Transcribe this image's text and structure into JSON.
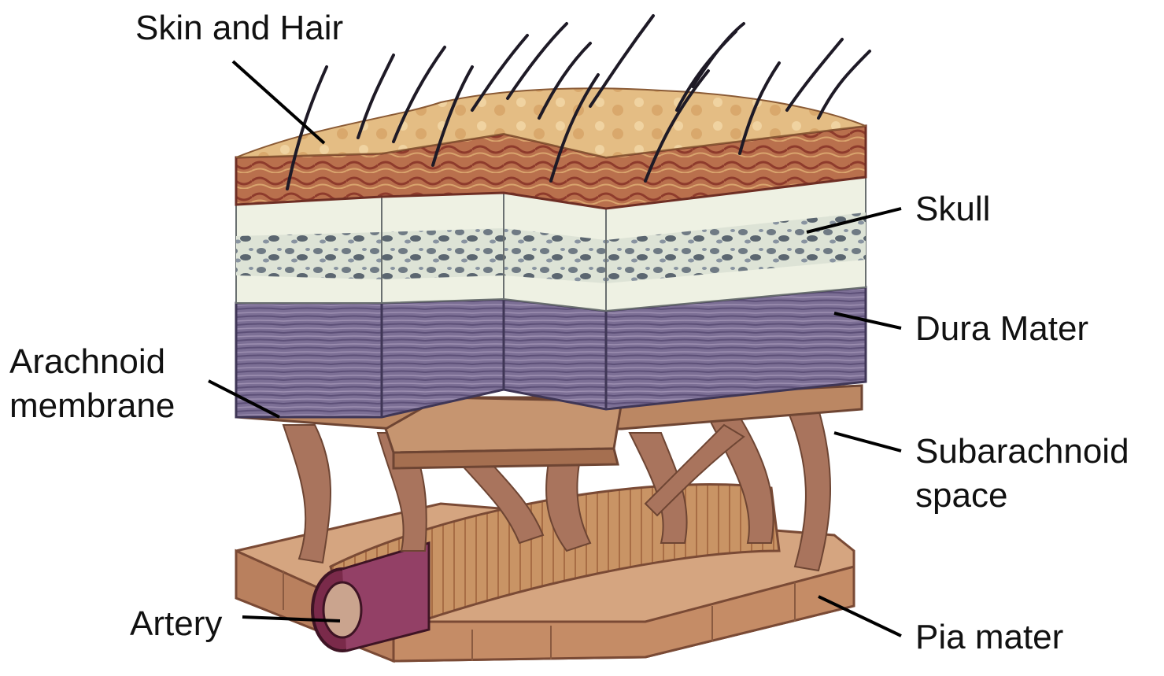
{
  "labels": {
    "skin": "Skin and Hair",
    "skull": "Skull",
    "dura": "Dura Mater",
    "arachnoid": [
      "Arachnoid",
      "membrane"
    ],
    "subarachnoid": [
      "Subarachnoid",
      "space"
    ],
    "artery": "Artery",
    "pia": "Pia mater"
  },
  "colors": {
    "skin_top": "#e8c489",
    "dermis": "#b3684a",
    "dermis_dark": "#8e3b2c",
    "bone_pale": "#eef1e2",
    "bone_spongy": "#c9d2c6",
    "bone_dots": "#55606a",
    "dura": "#7f7196",
    "dura_dark": "#5d5078",
    "arachnoid": "#b98563",
    "trabeculae": "#a9745d",
    "pia": "#d19f7c",
    "artery": "#c08a5d",
    "artery_wall": "#7a2a4a",
    "hair": "#1e1a26",
    "label_text": "#111111"
  }
}
